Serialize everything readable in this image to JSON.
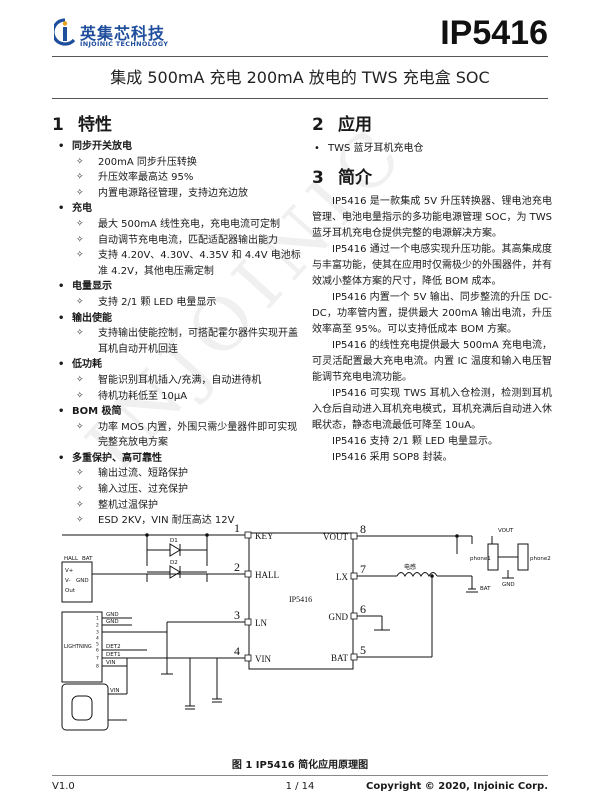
{
  "header": {
    "company_cn": "英集芯科技",
    "company_en": "INJOINIC TECHNOLOGY",
    "part_number": "IP5416",
    "subtitle": "集成 500mA 充电 200mA 放电的 TWS 充电盒 SOC"
  },
  "features": {
    "number": "1",
    "title": "特性",
    "groups": [
      {
        "title": "同步开关放电",
        "items": [
          "200mA 同步升压转换",
          "升压效率最高达 95%",
          "内置电源路径管理，支持边充边放"
        ]
      },
      {
        "title": "充电",
        "items": [
          "最大 500mA 线性充电，充电电流可定制",
          "自动调节充电电流，匹配适配器输出能力",
          "支持 4.20V、4.30V、4.35V 和 4.4V 电池标准 4.2V，其他电压需定制"
        ]
      },
      {
        "title": "电量显示",
        "items": [
          "支持 2/1 颗 LED 电量显示"
        ]
      },
      {
        "title": "输出使能",
        "items": [
          "支持输出使能控制，可搭配霍尔器件实现开盖耳机自动开机回连"
        ]
      },
      {
        "title": "低功耗",
        "items": [
          "智能识别耳机插入/充满，自动进待机",
          "待机功耗低至 10μA"
        ]
      },
      {
        "title": "BOM 极简",
        "items": [
          "功率 MOS 内置，外围只需少量器件即可实现完整充放电方案"
        ]
      },
      {
        "title": "多重保护、高可靠性",
        "items": [
          "输出过流、短路保护",
          "输入过压、过充保护",
          "整机过温保护",
          "ESD 2KV，VIN 耐压高达 12V"
        ]
      }
    ]
  },
  "applications": {
    "number": "2",
    "title": "应用",
    "items": [
      "TWS 蓝牙耳机充电仓"
    ]
  },
  "introduction": {
    "number": "3",
    "title": "简介",
    "paragraphs": [
      "IP5416 是一款集成 5V 升压转换器、锂电池充电管理、电池电量指示的多功能电源管理 SOC，为 TWS 蓝牙耳机充电仓提供完整的电源解决方案。",
      "IP5416 通过一个电感实现升压功能。其高集成度与丰富功能，使其在应用时仅需极少的外围器件，并有效减小整体方案的尺寸，降低 BOM 成本。",
      "IP5416 内置一个 5V 输出、同步整流的升压 DC-DC，功率管内置，提供最大 200mA 输出电流，升压效率高至 95%。可以支持低成本 BOM 方案。",
      "IP5416 的线性充电提供最大 500mA 充电电流，可灵活配置最大充电电流。内置 IC 温度和输入电压智能调节充电电流功能。",
      "IP5416 可实现 TWS 耳机入仓检测，检测到耳机入仓后自动进入耳机充电模式，耳机充满后自动进入休眠状态，静态电流最低可降至 10uA。",
      "IP5416 支持 2/1 颗 LED 电量显示。",
      "IP5416 采用 SOP8 封装。"
    ]
  },
  "schematic": {
    "chip_name": "IP5416",
    "left_pins": [
      {
        "num": "1",
        "name": "KEY"
      },
      {
        "num": "2",
        "name": "HALL"
      },
      {
        "num": "3",
        "name": "LN"
      },
      {
        "num": "4",
        "name": "VIN"
      }
    ],
    "right_pins": [
      {
        "num": "8",
        "name": "VOUT"
      },
      {
        "num": "7",
        "name": "LX"
      },
      {
        "num": "6",
        "name": "GND"
      },
      {
        "num": "5",
        "name": "BAT"
      }
    ],
    "labels": {
      "d1": "D1",
      "d2": "D2",
      "hall_block": "HALL",
      "bat_small": "BAT",
      "vplus": "V+",
      "vminus": "V-",
      "gnd_small": "GND",
      "out": "Out",
      "lightning": "LIGHTNING",
      "gnd_a": "GND",
      "gnd_b": "GND",
      "det1": "DET1",
      "det2": "DET2",
      "vin": "VIN",
      "vin2": "VIN",
      "inductor": "电感",
      "bat_right": "BAT",
      "vout_top": "VOUT",
      "phone1": "phone1",
      "phone2": "phone2",
      "gnd_right": "GND"
    },
    "lightning_pins": [
      "1",
      "2",
      "3",
      "4",
      "5",
      "6",
      "7",
      "8"
    ]
  },
  "figure": {
    "caption": "图 1   IP5416 简化应用原理图"
  },
  "watermark": "INJOINIC",
  "footer": {
    "version": "V1.0",
    "page": "1 / 14",
    "copyright": "Copyright © 2020, Injoinic Corp."
  }
}
